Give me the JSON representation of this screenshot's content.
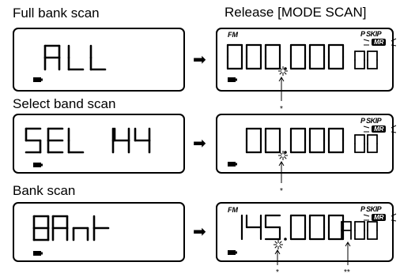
{
  "header": {
    "release_label": "Release [MODE SCAN]"
  },
  "rows": [
    {
      "title": "Full bank scan",
      "lcd_text": "ALL",
      "display_digits": "000.000",
      "bank_digits": "00",
      "bank_letter": "",
      "icon_fm": "FM",
      "marks": [
        "*"
      ]
    },
    {
      "title": "Select band scan",
      "lcd_text": "SEL 144",
      "display_digits": "000.000",
      "bank_digits": "00",
      "bank_letter": "",
      "icon_fm": "",
      "marks": [
        "*"
      ]
    },
    {
      "title": "Bank scan",
      "lcd_text": "BANK",
      "display_digits": "145.000",
      "bank_digits": "00",
      "bank_letter": "A",
      "icon_fm": "FM",
      "marks": [
        "*",
        "**"
      ]
    }
  ],
  "indicators": {
    "skip": "P SKIP",
    "mr": "MR"
  },
  "icons": [
    "arrow-right-icon",
    "battery-icon",
    "sparkle-icon"
  ],
  "colors": {
    "ink": "#000000",
    "background": "#ffffff"
  }
}
